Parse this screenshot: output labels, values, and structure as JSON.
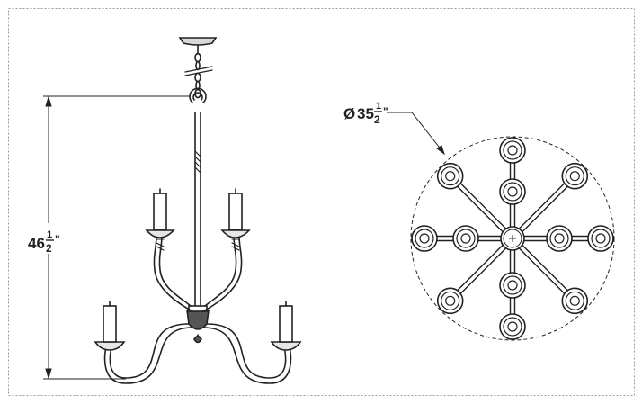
{
  "drawing": {
    "height_dimension": {
      "whole": "46",
      "numerator": "1",
      "denominator": "2",
      "unit": "\""
    },
    "diameter_dimension": {
      "prefix": "Ø",
      "whole": "35",
      "numerator": "1",
      "denominator": "2",
      "unit": "\""
    },
    "arm_count_top_view": 8,
    "lower_arm_count": 2,
    "upper_arm_count": 2
  },
  "colors": {
    "line": "#222222",
    "border": "#999999",
    "paper": "#ffffff"
  }
}
